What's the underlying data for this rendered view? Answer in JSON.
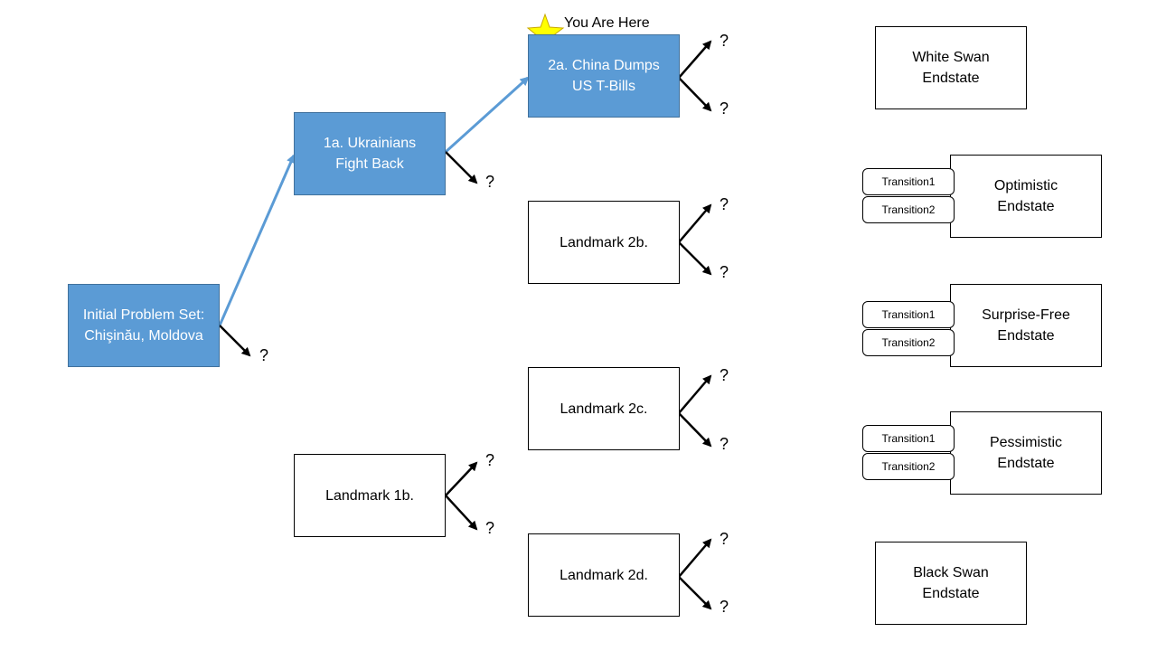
{
  "nodes": {
    "initial": {
      "line1": "Initial Problem Set:",
      "line2": "Chişinău, Moldova"
    },
    "n1a": {
      "line1": "1a. Ukrainians",
      "line2": "Fight Back"
    },
    "n1b": {
      "line1": "Landmark 1b."
    },
    "n2a": {
      "line1": "2a. China Dumps",
      "line2": "US T-Bills"
    },
    "n2b": {
      "line1": "Landmark 2b."
    },
    "n2c": {
      "line1": "Landmark 2c."
    },
    "n2d": {
      "line1": "Landmark 2d."
    }
  },
  "endstates": {
    "white_swan": {
      "line1": "White Swan",
      "line2": "Endstate"
    },
    "optimistic": {
      "line1": "Optimistic",
      "line2": "Endstate"
    },
    "surprise_free": {
      "line1": "Surprise-Free",
      "line2": "Endstate"
    },
    "pessimistic": {
      "line1": "Pessimistic",
      "line2": "Endstate"
    },
    "black_swan": {
      "line1": "Black Swan",
      "line2": "Endstate"
    }
  },
  "transitions": {
    "t1": "Transition1",
    "t2": "Transition2"
  },
  "marker": {
    "label": "You Are Here",
    "icon": "star-icon",
    "color": "#ffff00"
  },
  "unknown": "?",
  "colors": {
    "highlight": "#5b9bd5",
    "highlight_border": "#41719c",
    "path_line": "#5b9bd5"
  }
}
